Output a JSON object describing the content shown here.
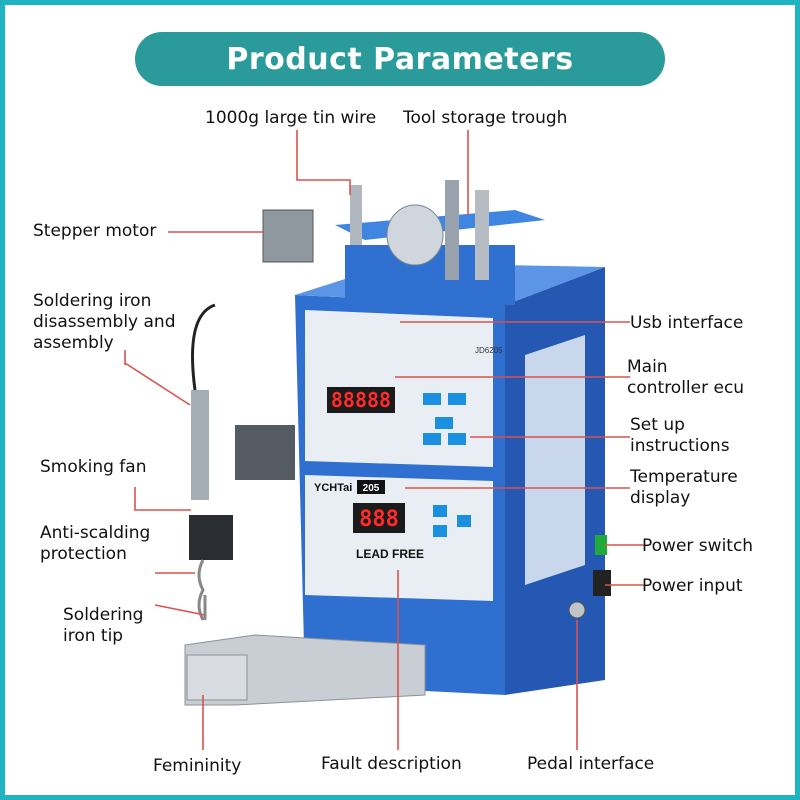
{
  "title": "Product Parameters",
  "labels": {
    "tin_wire": "1000g large tin wire",
    "tool_trough": "Tool storage trough",
    "stepper_motor": "Stepper motor",
    "iron_assembly": "Soldering iron\ndisassembly and\nassembly",
    "smoking_fan": "Smoking fan",
    "anti_scalding": "Anti-scalding\nprotection",
    "iron_tip": "Soldering\niron tip",
    "femininity": "Femininity",
    "fault": "Fault description",
    "pedal": "Pedal interface",
    "usb": "Usb interface",
    "main_ecu": "Main\ncontroller ecu",
    "setup": "Set up\ninstructions",
    "temp_display": "Temperature\ndisplay",
    "power_switch": "Power switch",
    "power_input": "Power input"
  },
  "machine": {
    "model": "JD6205",
    "brand": "YCHTai",
    "brand_badge": "205",
    "lead_free": "LEAD FREE",
    "display_top": "88888",
    "display_bottom": "888"
  },
  "colors": {
    "border": "#1fb3c4",
    "pill": "#2a9a9a",
    "leader": "#d9534f",
    "body": "#3a7bd5"
  }
}
